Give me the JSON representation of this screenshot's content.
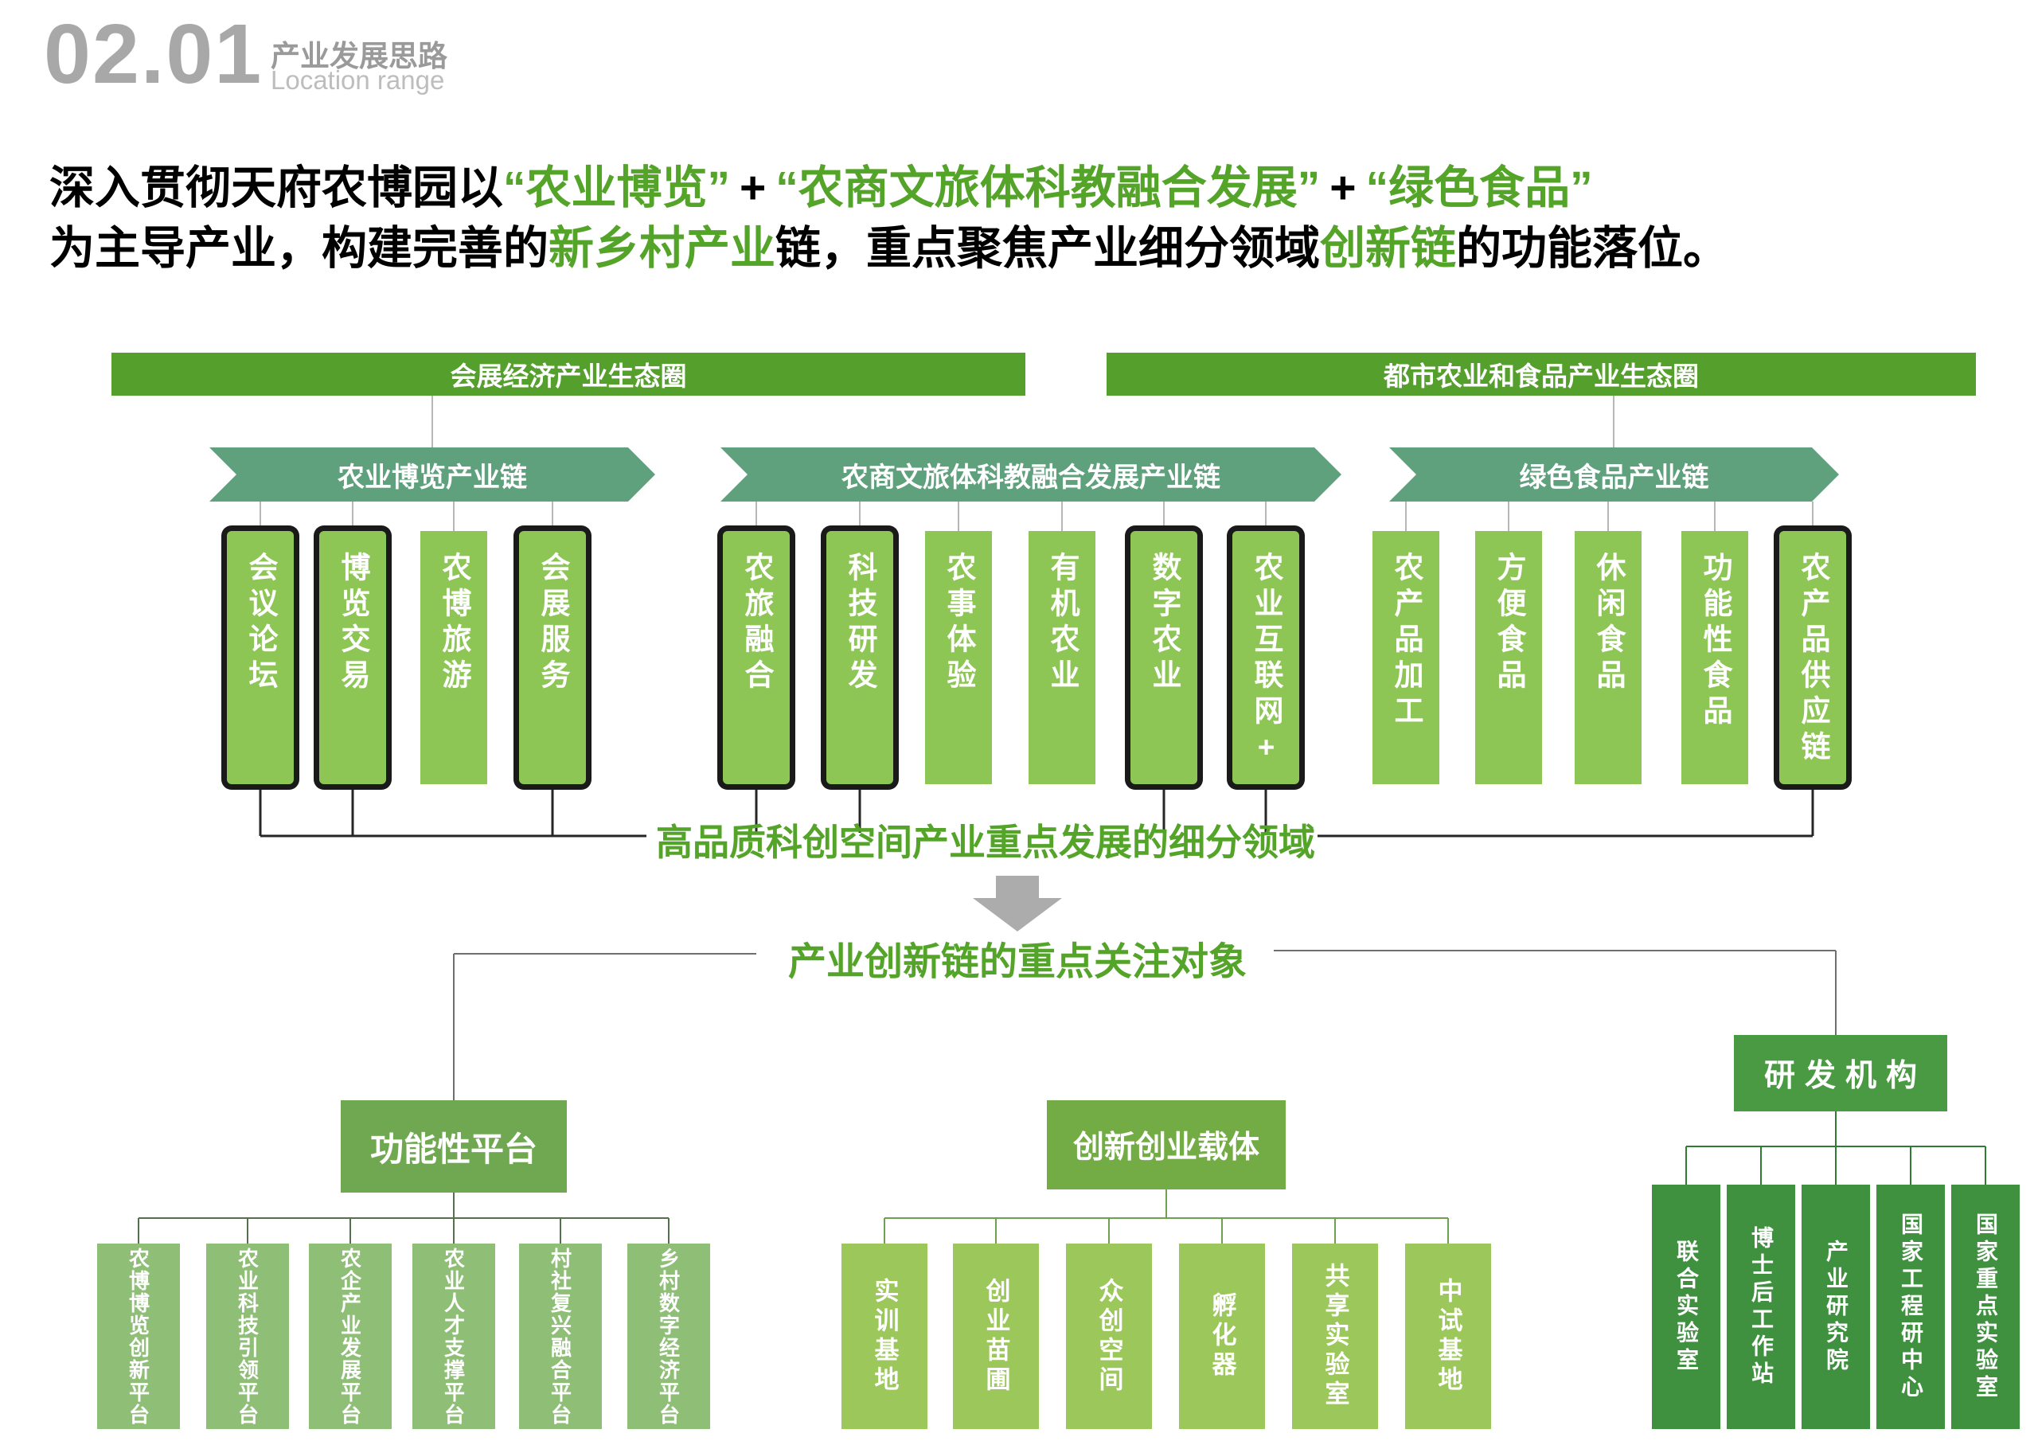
{
  "header": {
    "number": "02.01",
    "title_cn": "产业发展思路",
    "title_en": "Location range"
  },
  "intro": {
    "line1": [
      {
        "text": "深入贯彻天府农博园以",
        "green": false
      },
      {
        "text": "“农业博览”",
        "green": true
      },
      {
        "text": "+",
        "green": false
      },
      {
        "text": "“农商文旅体科教融合发展”",
        "green": true
      },
      {
        "text": "+",
        "green": false
      },
      {
        "text": "“绿色食品”",
        "green": true
      }
    ],
    "line2": [
      {
        "text": "为主导产业，构建完善的",
        "green": false
      },
      {
        "text": "新乡村产业",
        "green": true
      },
      {
        "text": "链，重点聚焦产业细分领域",
        "green": false
      },
      {
        "text": "创新链",
        "green": true
      },
      {
        "text": "的功能落位。",
        "green": false
      }
    ]
  },
  "ecosystems": [
    {
      "label": "会展经济产业生态圈"
    },
    {
      "label": "都市农业和食品产业生态圈"
    }
  ],
  "chains": [
    {
      "label": "农业博览产业链",
      "items": [
        {
          "label": "会议论坛",
          "outlined": true
        },
        {
          "label": "博览交易",
          "outlined": true
        },
        {
          "label": "农博旅游",
          "outlined": false
        },
        {
          "label": "会展服务",
          "outlined": true
        }
      ]
    },
    {
      "label": "农商文旅体科教融合发展产业链",
      "items": [
        {
          "label": "农旅融合",
          "outlined": true
        },
        {
          "label": "科技研发",
          "outlined": true
        },
        {
          "label": "农事体验",
          "outlined": false
        },
        {
          "label": "有机农业",
          "outlined": false
        },
        {
          "label": "数字农业",
          "outlined": true
        },
        {
          "label": "农业互联网+",
          "outlined": true
        }
      ]
    },
    {
      "label": "绿色食品产业链",
      "items": [
        {
          "label": "农产品加工",
          "outlined": false
        },
        {
          "label": "方便食品",
          "outlined": false
        },
        {
          "label": "休闲食品",
          "outlined": false
        },
        {
          "label": "功能性食品",
          "outlined": false
        },
        {
          "label": "农产品供应链",
          "outlined": true
        }
      ]
    }
  ],
  "mid_caption": "高品质科创空间产业重点发展的细分领域",
  "focus_caption": "产业创新链的重点关注对象",
  "focus_groups": [
    {
      "label": "功能性平台",
      "items": [
        {
          "label": "农博博览创新平台"
        },
        {
          "label": "农业科技引领平台"
        },
        {
          "label": "农企产业发展平台"
        },
        {
          "label": "农业人才支撑平台"
        },
        {
          "label": "村社复兴融合平台"
        },
        {
          "label": "乡村数字经济平台"
        }
      ]
    },
    {
      "label": "创新创业载体",
      "items": [
        {
          "label": "实训基地"
        },
        {
          "label": "创业苗圃"
        },
        {
          "label": "众创空间"
        },
        {
          "label": "孵化器"
        },
        {
          "label": "共享实验室"
        },
        {
          "label": "中试基地"
        }
      ]
    },
    {
      "label": "研发机构",
      "items": [
        {
          "label": "联合实验室"
        },
        {
          "label": "博士后工作站"
        },
        {
          "label": "产业研究院"
        },
        {
          "label": "国家工程研中心"
        },
        {
          "label": "国家重点实验室"
        }
      ]
    }
  ],
  "colors": {
    "banner_green": "#55A02D",
    "box_green": "#8DC655",
    "arrow_green": "#5FA07D",
    "text_green": "#55A42A",
    "platform_green": "#6FA851",
    "platform_item": "#8FBE77",
    "carrier_green": "#73AC44",
    "carrier_item": "#9CC75B",
    "rd_green": "#4A9A43",
    "rd_item": "#3F9140",
    "number_gray": "#A8A8A8",
    "arrow_gray": "#ACACAC"
  }
}
